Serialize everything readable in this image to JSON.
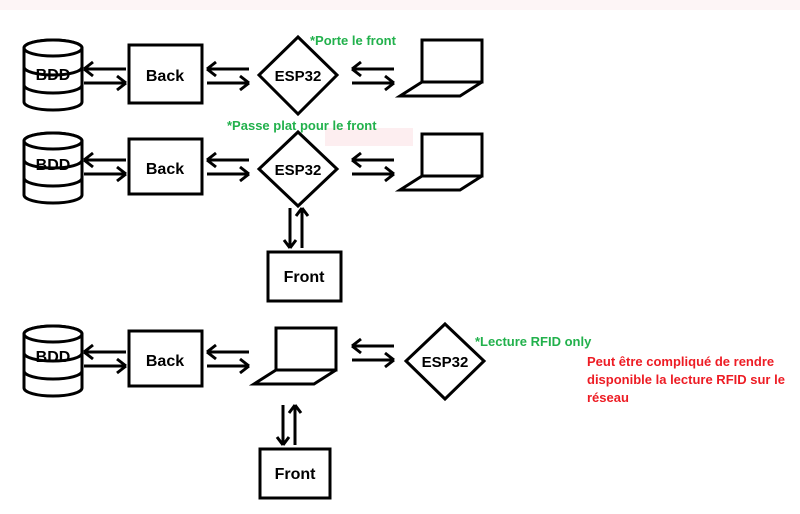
{
  "colors": {
    "stroke": "#000000",
    "annotation": "#22b14c",
    "warning": "#ed1c24"
  },
  "labels": {
    "bdd": "BDD",
    "back": "Back",
    "esp32": "ESP32",
    "front": "Front"
  },
  "icons": {
    "database": "database-icon",
    "laptop": "laptop-icon"
  },
  "rows": [
    {
      "annotation": "*Porte le front"
    },
    {
      "annotation": "*Passe plat pour le front"
    },
    {
      "annotation": "*Lecture RFID only"
    }
  ],
  "note": "Peut être compliqué de rendre disponible la lecture RFID sur le réseau"
}
